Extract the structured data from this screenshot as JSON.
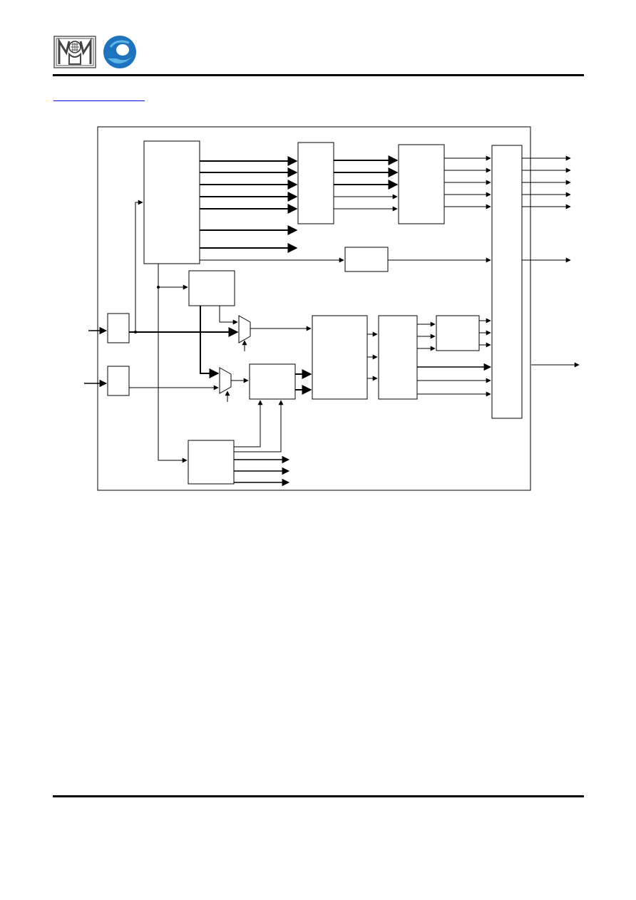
{
  "header": {
    "logo_left_icon": "institute-emblem-logo",
    "logo_right_icon": "blue-swirl-logo"
  },
  "diagram": {
    "kind": "block-diagram",
    "labels": []
  },
  "colors": {
    "rule": "#000000",
    "link": "#0000ff",
    "logo_blue": "#1e73be",
    "logo_light_blue": "#5fb6e6"
  }
}
